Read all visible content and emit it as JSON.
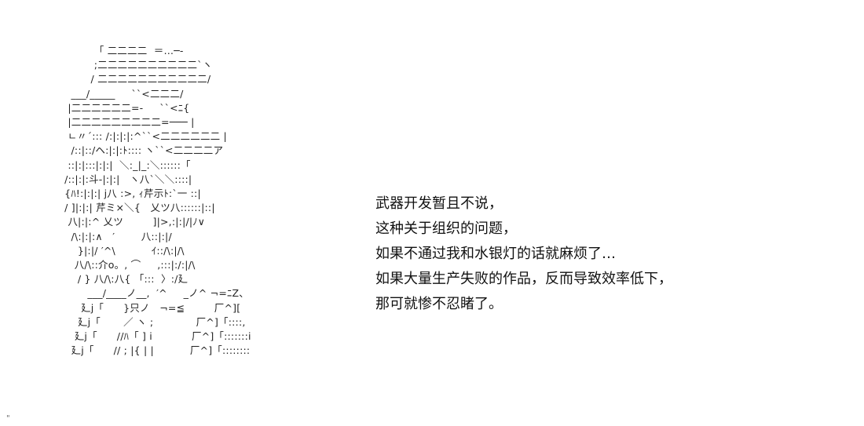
{
  "ascii_art": {
    "lines": [
      "          「 二二二二  ＝…─‐",
      "          ;二二二二二二二二二二`ヽ",
      "         / 二二二二二二二二二二二/",
      "   ___/_____     ``<二二二/",
      "  |二二二二二二=-     ``<ﾆ{",
      "  |二二二二二二二二二=─── |",
      "  ㄴ〃´::: /:|:|:|:^``<二二二二二二 |",
      "   /::|::/ヘ:|:|:ﾄ:::: ヽ``<二二二二ア",
      "  ::|:|:::|:|:|  ＼:_|_:＼::::::「",
      " /::|:|:斗-|:|:|   ヽ八`＼＼::::|",
      " {ﾊ!:|:|:| j八 :>, ｨ芹示ﾄ:`一 ::|",
      " / ]|:|:| 芹ミ×＼{   乂ツ八::::::|::|",
      "  八|:|:^ 乂ツ         ]|>,:|:|/|ﾉ∨",
      "   /\\:|:|:∧   ′        八::|:|/",
      "     }|:|/ ′^\\           ｲ::/\\:|/\\",
      "    八/\\::介o。, ⌒     ,:::|:/:|/\\",
      "     / } 八/\\:八{ 「:::  〉:/廴",
      "        ___/____ノ__,  ′^     _ノ^ ¬=ﾆZ、",
      "      廴j「      }只ノ   ¬=≦         厂^][",
      "     廴j「       ／ ヽ ;             厂^]「::::,",
      "    廴j「      //ﾊ「 ] i            厂^]「:::::::i",
      "   廴j「      // ; |{ | |           厂^]「::::::::"
    ]
  },
  "narration": {
    "lines": [
      "武器开发暂且不说，",
      "这种关于组织的问题，",
      "如果不通过我和水银灯的话就麻烦了…",
      "如果大量生产失败的作品，反而导致效率低下，",
      "那可就惨不忍睹了。"
    ]
  },
  "corner_mark": "\""
}
